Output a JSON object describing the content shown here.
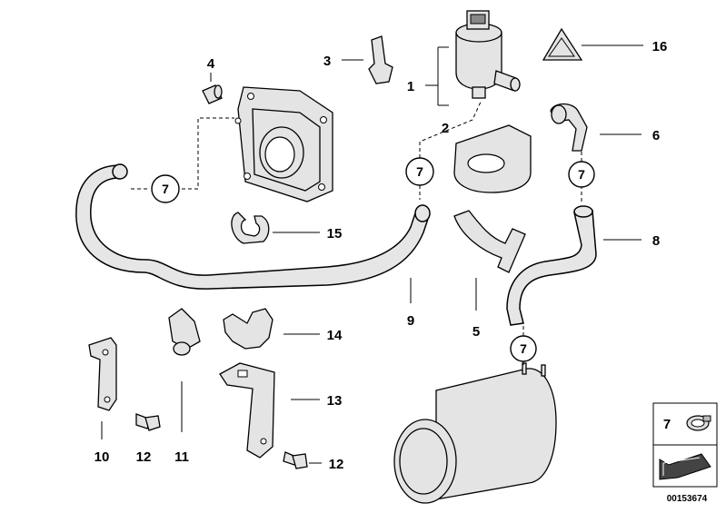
{
  "callouts": {
    "c1": "1",
    "c2": "2",
    "c3": "3",
    "c4": "4",
    "c5": "5",
    "c6": "6",
    "c8": "8",
    "c9": "9",
    "c10": "10",
    "c11": "11",
    "c12a": "12",
    "c12b": "12",
    "c13": "13",
    "c14": "14",
    "c15": "15",
    "c16": "16"
  },
  "clamp_refs": [
    "7",
    "7",
    "7",
    "7"
  ],
  "legend": {
    "clamp_ref": "7"
  },
  "document_id": "00153674",
  "colors": {
    "line": "#000000",
    "part_fill": "#e4e4e4",
    "background": "#ffffff"
  }
}
